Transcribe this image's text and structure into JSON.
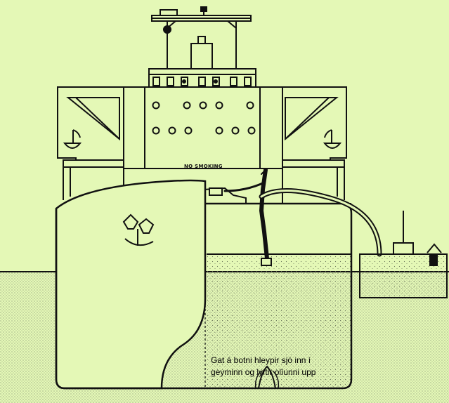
{
  "diagram": {
    "sign_label": "NO SMOKING",
    "caption_lines": [
      "Gat á botni hleypir sjó inn í",
      "geyminn og lyftir olíunni upp"
    ],
    "colors": {
      "background": "#e4f8b6",
      "line": "#111111",
      "water_dots": "#6f7a5c"
    }
  }
}
